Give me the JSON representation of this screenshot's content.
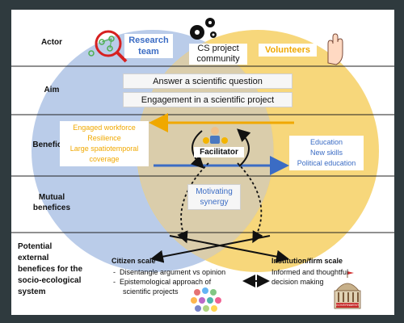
{
  "rows": {
    "actor": "Actor",
    "aim": "Aim",
    "benefices": "Benefices",
    "mutual": [
      "Mutual",
      "benefices"
    ],
    "potential": [
      "Potential",
      "external",
      "benefices for the",
      "socio-ecological",
      "system"
    ]
  },
  "actors": {
    "research_team": [
      "Research",
      "team"
    ],
    "cs_community": [
      "CS project",
      "community"
    ],
    "volunteers": "Volunteers"
  },
  "aims": [
    "Answer a scientific question",
    "Engagement in a scientific project"
  ],
  "benefices_left": [
    "Engaged workforce",
    "Resilience",
    "Large spatiotemporal",
    "coverage"
  ],
  "benefices_right": [
    "Education",
    "New skills",
    "Political education"
  ],
  "facilitator": "Facilitator",
  "mutual_benefit": [
    "Motivating",
    "synergy"
  ],
  "citizen_scale": {
    "title": "Citizen scale",
    "items": [
      "Disentangle argument vs opinion",
      "Epistemological approach of",
      "scientific projects"
    ]
  },
  "institution_scale": {
    "title": "Institution/firm scale",
    "lines": [
      "Informed and thoughtful",
      "decision making"
    ]
  },
  "government_sign": "GOVERNMENT",
  "colors": {
    "blue_circle": "#b3c6e7",
    "yellow_circle": "#f6d36d",
    "blue_text": "#3b6cc4",
    "orange_text": "#f0a800",
    "arrow_orange": "#f0a800",
    "arrow_blue": "#3b6cc4"
  }
}
